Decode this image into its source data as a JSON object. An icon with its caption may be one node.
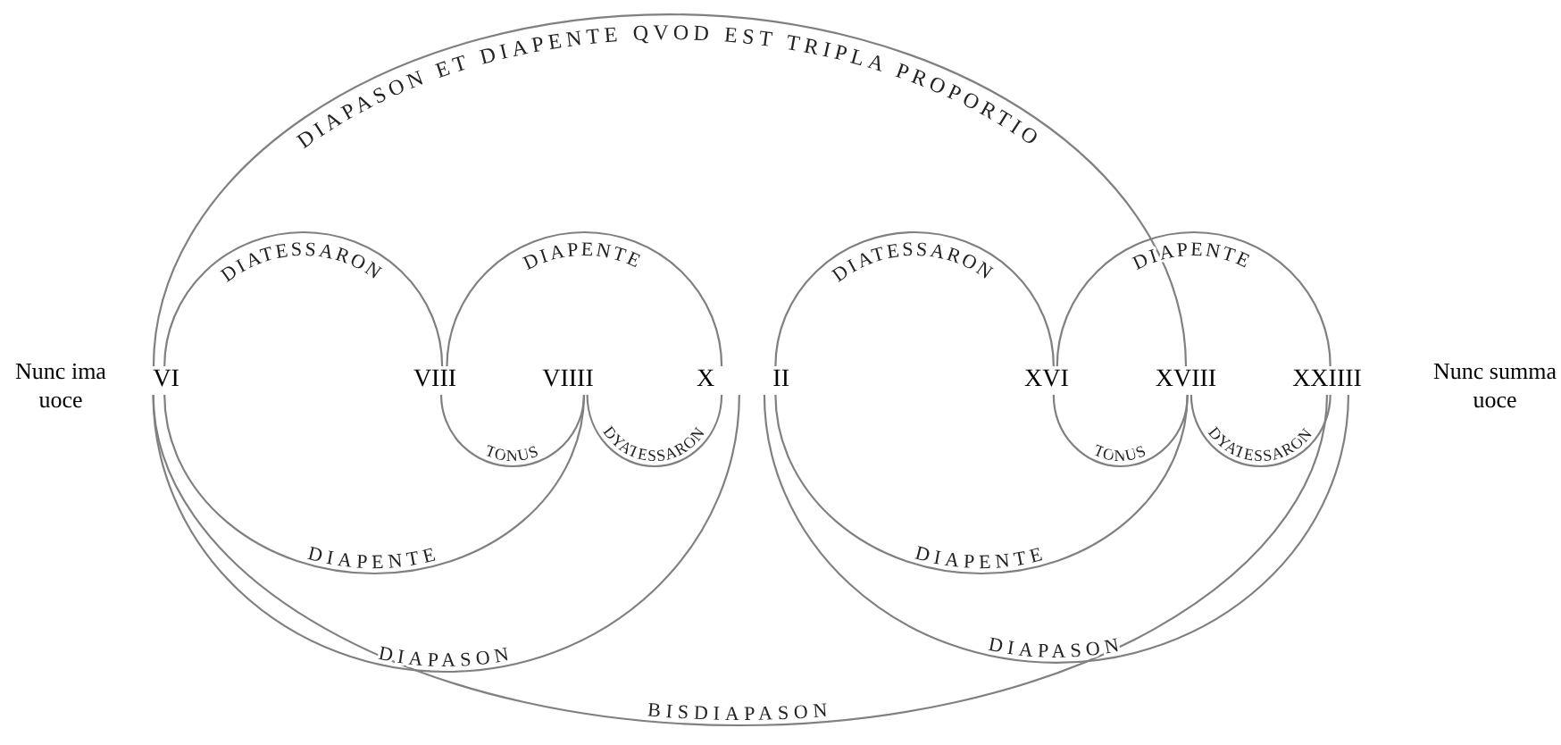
{
  "diagram": {
    "nodes": [
      {
        "text": [
          "VI"
        ]
      },
      {
        "text": [
          "VIII"
        ]
      },
      {
        "text": [
          "VIIII"
        ]
      },
      {
        "text": [
          "X",
          "II"
        ]
      },
      {
        "text": [
          "XVI"
        ]
      },
      {
        "text": [
          "XVIII"
        ]
      },
      {
        "text": [
          "XXIIII"
        ]
      }
    ],
    "edges": [
      {
        "from": 0,
        "to": 5,
        "arrow": "none",
        "label": "DIAPASON ET DIAPENTE QVOD EST TRIPLA PROPORTIO"
      },
      {
        "from": 0,
        "to": 1,
        "arrow": "none",
        "label": "DIATESSARON"
      },
      {
        "from": 1,
        "to": 3,
        "arrow": "none",
        "label": "DIAPENTE"
      },
      {
        "from": 1,
        "to": 2,
        "arrow": "none",
        "label": "TONUS"
      },
      {
        "from": 2,
        "to": 3,
        "arrow": "none",
        "label": "DYATESSARON"
      },
      {
        "from": 0,
        "to": 2,
        "arrow": "none",
        "label": "DIAPENTE"
      },
      {
        "from": 0,
        "to": 3,
        "arrow": "none",
        "label": "DIAPASON"
      },
      {
        "from": 3,
        "to": 4,
        "arrow": "none",
        "label": "DIATESSARON"
      },
      {
        "from": 4,
        "to": 6,
        "arrow": "none",
        "label": "DIAPENTE"
      },
      {
        "from": 4,
        "to": 5,
        "arrow": "none",
        "label": "TONUS"
      },
      {
        "from": 5,
        "to": 6,
        "arrow": "none",
        "label": "DYATESSARON"
      },
      {
        "from": 3,
        "to": 5,
        "arrow": "none",
        "label": "DIAPENTE"
      },
      {
        "from": 3,
        "to": 6,
        "arrow": "none",
        "label": "DIAPASON"
      },
      {
        "from": 0,
        "to": 6,
        "arrow": "none",
        "label": "BISDIAPASON"
      }
    ],
    "labels": [
      "Nunc ima uoce",
      "Nunc summa uoce"
    ]
  }
}
